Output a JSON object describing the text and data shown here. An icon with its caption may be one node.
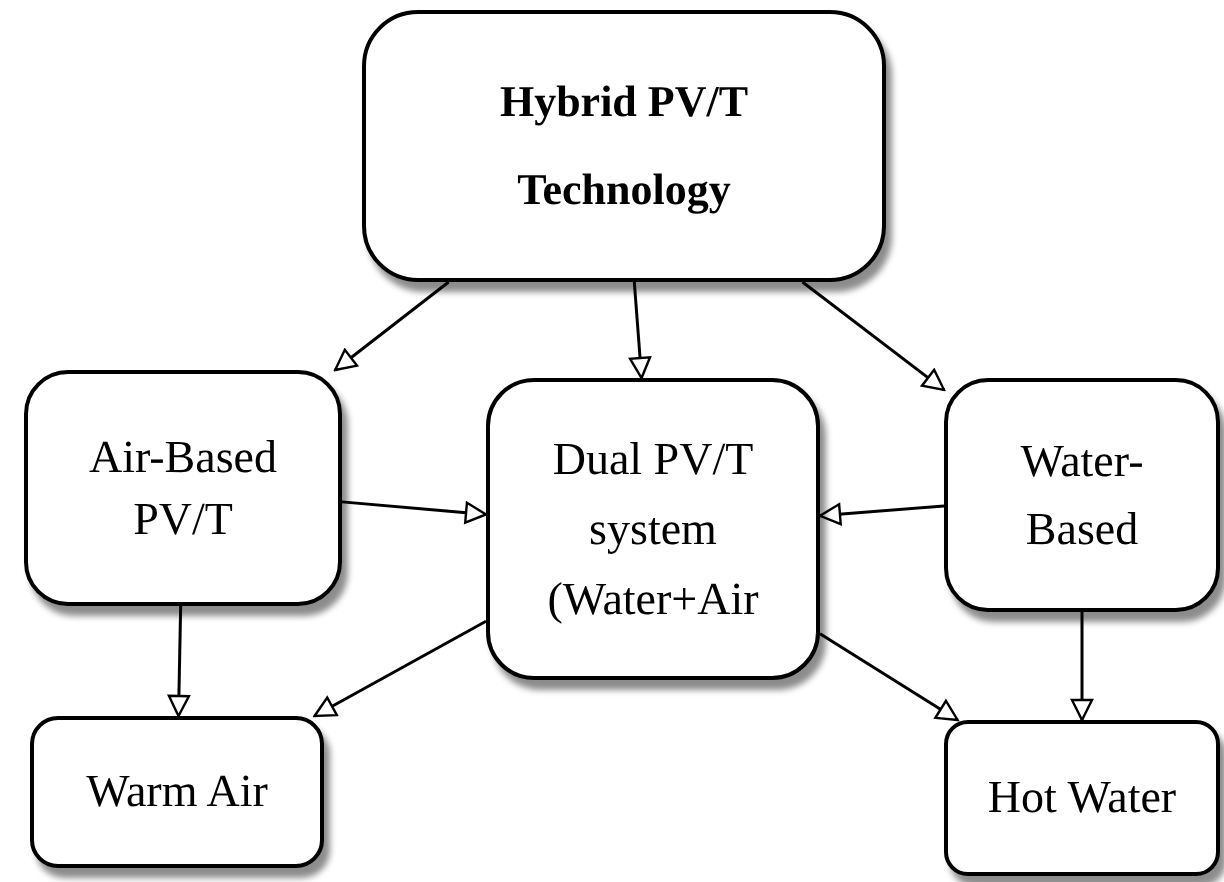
{
  "diagram": {
    "nodes": [
      {
        "text": [
          "Hybrid PV/T Technology"
        ]
      },
      {
        "text": [
          "Air-Based PV/T"
        ]
      },
      {
        "text": [
          "Dual PV/T system (Water+Air"
        ]
      },
      {
        "text": [
          "Water-Based"
        ]
      },
      {
        "text": [
          "Warm Air"
        ]
      },
      {
        "text": [
          "Hot Water"
        ]
      }
    ],
    "edges": [
      {
        "from": 0,
        "to": 1,
        "arrow": "to"
      },
      {
        "from": 0,
        "to": 2,
        "arrow": "to"
      },
      {
        "from": 0,
        "to": 3,
        "arrow": "to"
      },
      {
        "from": 1,
        "to": 2,
        "arrow": "to"
      },
      {
        "from": 3,
        "to": 2,
        "arrow": "to"
      },
      {
        "from": 1,
        "to": 4,
        "arrow": "to"
      },
      {
        "from": 3,
        "to": 5,
        "arrow": "to"
      },
      {
        "from": 2,
        "to": 4,
        "arrow": "to"
      },
      {
        "from": 2,
        "to": 5,
        "arrow": "to"
      }
    ]
  }
}
